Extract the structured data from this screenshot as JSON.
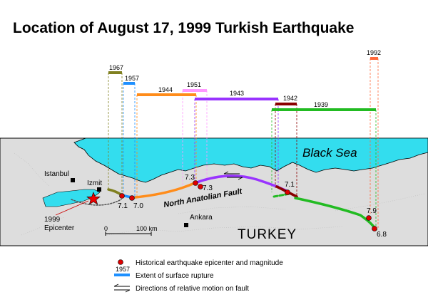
{
  "title": "Location of August 17, 1999 Turkish Earthquake",
  "sea_label": "Black Sea",
  "country_label": "TURKEY",
  "fault_label": "North Anatolian Fault",
  "cities": {
    "istanbul": "Istanbul",
    "izmit": "Izmit",
    "ankara": "Ankara"
  },
  "epicenter_label_1": "1999",
  "epicenter_label_2": "Epicenter",
  "scale": {
    "zero": "0",
    "distance": "100 km"
  },
  "ruptures": [
    {
      "year": "1967",
      "color": "#808020"
    },
    {
      "year": "1957",
      "color": "#1e90ff"
    },
    {
      "year": "1944",
      "color": "#ff8c1a"
    },
    {
      "year": "1951",
      "color": "#ff99ff"
    },
    {
      "year": "1943",
      "color": "#9933ff"
    },
    {
      "year": "1942",
      "color": "#8b0000"
    },
    {
      "year": "1939",
      "color": "#22bb22"
    },
    {
      "year": "1992",
      "color": "#ff6a3d"
    }
  ],
  "magnitudes": [
    "7.1",
    "7.0",
    "7.3",
    "7.3",
    "7.1",
    "7.9",
    "6.8"
  ],
  "legend": {
    "epicenter_text": "Historical earthquake epicenter and magnitude",
    "rupture_year": "1957",
    "rupture_text": "Extent of surface rupture",
    "motion_text": "Directions of relative motion on fault"
  },
  "colors": {
    "sea": "#33ddee",
    "land": "#dddddd",
    "epicenter_dot": "#dd0000",
    "star": "#ee0000"
  }
}
